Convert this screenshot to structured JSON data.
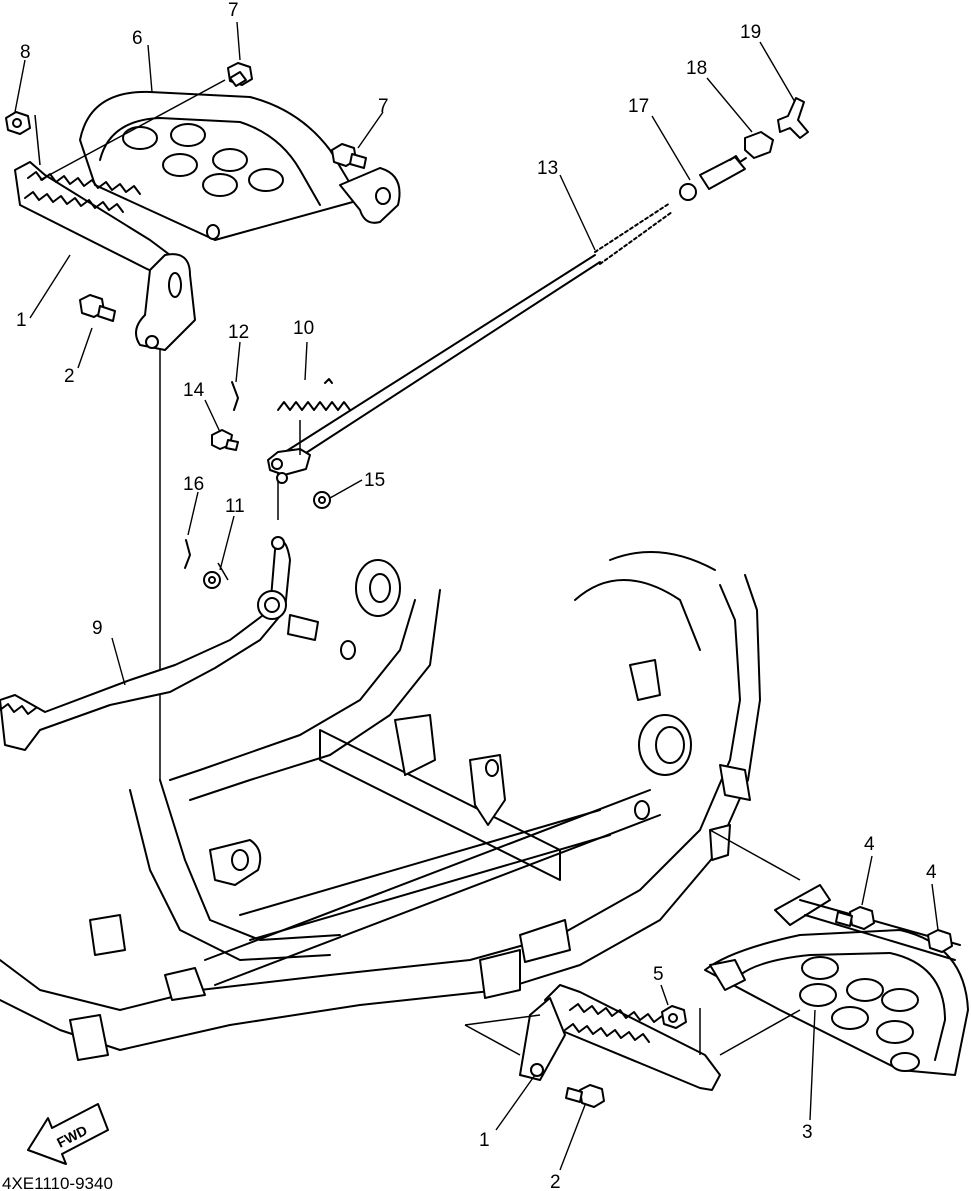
{
  "diagram": {
    "drawing_code": "4XE1110-9340",
    "fwd_label": "FWD",
    "callouts": [
      {
        "id": "c-1a",
        "text": "1"
      },
      {
        "id": "c-2a",
        "text": "2"
      },
      {
        "id": "c-6",
        "text": "6"
      },
      {
        "id": "c-7a",
        "text": "7"
      },
      {
        "id": "c-7b",
        "text": "7"
      },
      {
        "id": "c-8",
        "text": "8"
      },
      {
        "id": "c-12",
        "text": "12"
      },
      {
        "id": "c-10",
        "text": "10"
      },
      {
        "id": "c-14",
        "text": "14"
      },
      {
        "id": "c-15",
        "text": "15"
      },
      {
        "id": "c-16",
        "text": "16"
      },
      {
        "id": "c-11",
        "text": "11"
      },
      {
        "id": "c-9",
        "text": "9"
      },
      {
        "id": "c-13",
        "text": "13"
      },
      {
        "id": "c-17",
        "text": "17"
      },
      {
        "id": "c-18",
        "text": "18"
      },
      {
        "id": "c-19",
        "text": "19"
      },
      {
        "id": "c-4a",
        "text": "4"
      },
      {
        "id": "c-4b",
        "text": "4"
      },
      {
        "id": "c-5",
        "text": "5"
      },
      {
        "id": "c-3",
        "text": "3"
      },
      {
        "id": "c-1b",
        "text": "1"
      },
      {
        "id": "c-2b",
        "text": "2"
      }
    ]
  }
}
